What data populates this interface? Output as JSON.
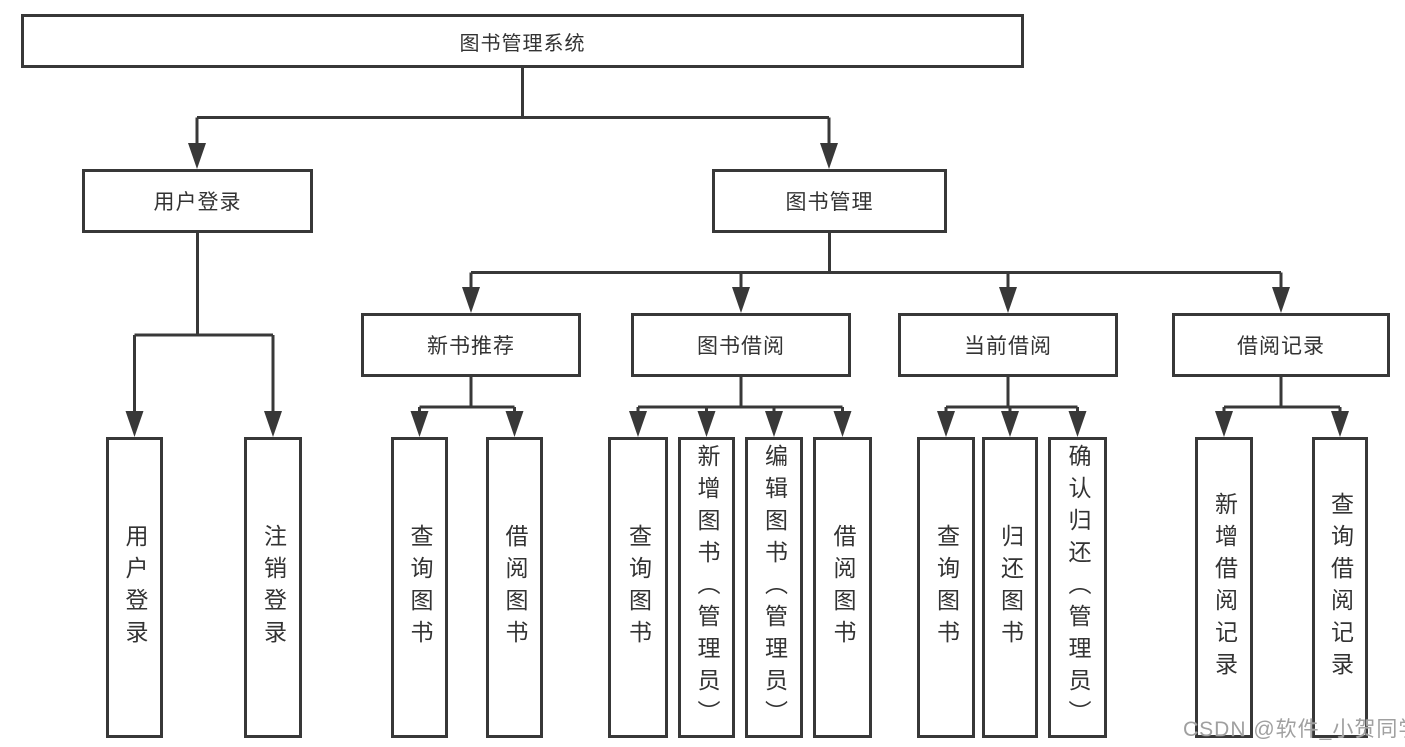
{
  "tree": {
    "label": "图书管理系统",
    "children": [
      {
        "label": "用户登录",
        "children": [
          {
            "label": "用户登录"
          },
          {
            "label": "注销登录"
          }
        ]
      },
      {
        "label": "图书管理",
        "children": [
          {
            "label": "新书推荐",
            "children": [
              {
                "label": "查询图书"
              },
              {
                "label": "借阅图书"
              }
            ]
          },
          {
            "label": "图书借阅",
            "children": [
              {
                "label": "查询图书"
              },
              {
                "label": "新增图书（管理员）"
              },
              {
                "label": "编辑图书（管理员）"
              },
              {
                "label": "借阅图书"
              }
            ]
          },
          {
            "label": "当前借阅",
            "children": [
              {
                "label": "查询图书"
              },
              {
                "label": "归还图书"
              },
              {
                "label": "确认归还（管理员）"
              }
            ]
          },
          {
            "label": "借阅记录",
            "children": [
              {
                "label": "新增借阅记录"
              },
              {
                "label": "查询借阅记录"
              }
            ]
          }
        ]
      }
    ]
  },
  "watermark": "CSDN @软件_小贺同学",
  "colors": {
    "line": "#383838",
    "text": "#333333",
    "background": "#ffffff",
    "watermark": "#a0a0a0"
  }
}
